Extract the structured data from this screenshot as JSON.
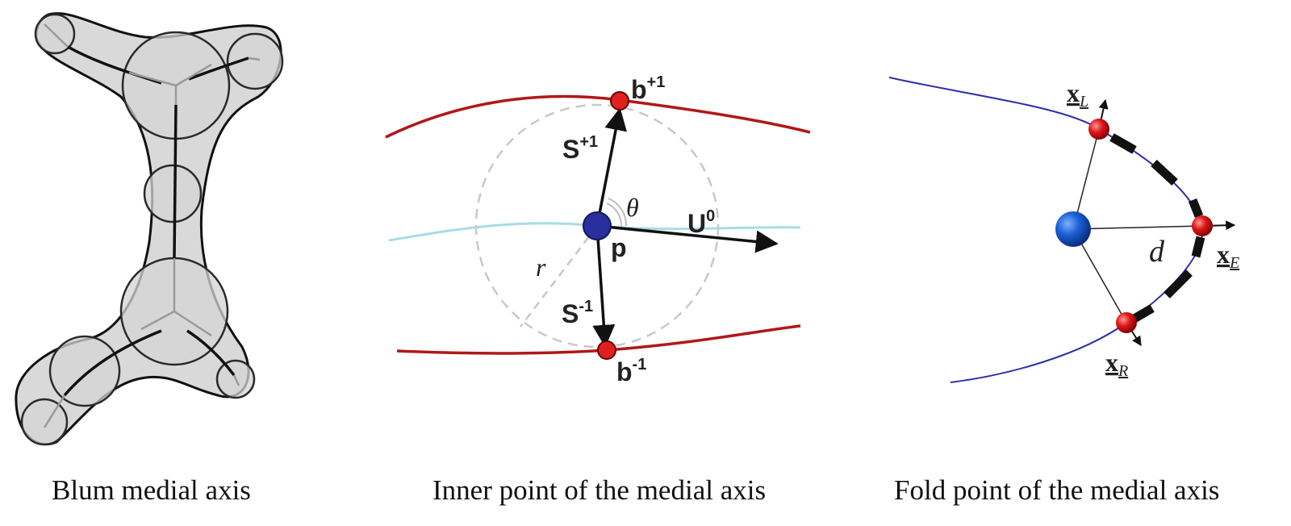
{
  "captions": {
    "blum": "Blum medial axis",
    "inner": "Inner point of  the medial axis",
    "fold": "Fold point of the medial axis"
  },
  "inner_labels": {
    "b_plus": "b",
    "b_plus_sup": "+1",
    "s_plus": "S",
    "s_plus_sup": "+1",
    "theta": "θ",
    "u0": "U",
    "u0_sup": "0",
    "p": "p",
    "r": "r",
    "s_minus": "S",
    "s_minus_sup": "-1",
    "b_minus": "b",
    "b_minus_sup": "-1"
  },
  "fold_labels": {
    "xL": "x",
    "xL_sub": "L",
    "xE": "x",
    "xE_sub": "E",
    "xR": "x",
    "xR_sub": "R",
    "d": "d"
  },
  "colors": {
    "boundary_red": "#b01818",
    "medial_cyan": "#a6dde6",
    "center_blue": "#2a2f9e",
    "fold_curve": "#2b2ea8",
    "shape_fill": "#d6d6d6"
  }
}
